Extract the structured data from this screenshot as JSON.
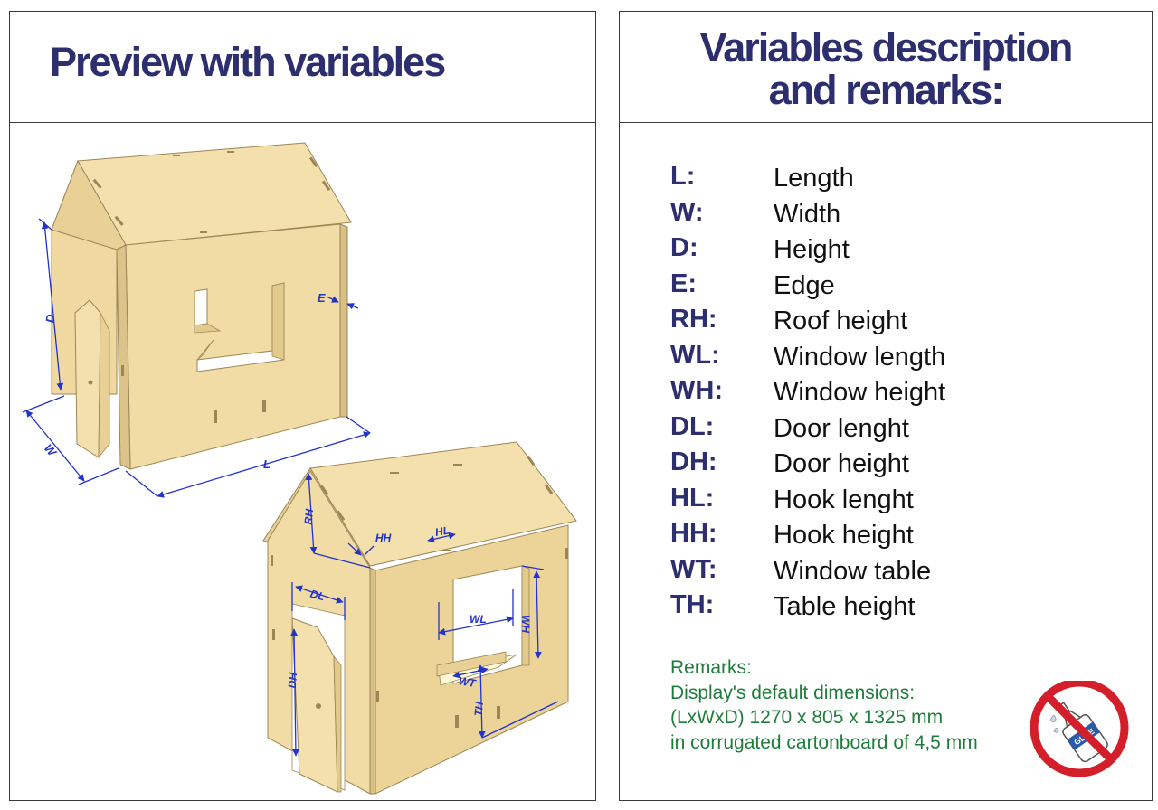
{
  "left_panel": {
    "title": "Preview with variables",
    "labels": {
      "D": "D",
      "E": "E",
      "W": "W",
      "L": "L",
      "RH": "RH",
      "HH": "HH",
      "HL": "HL",
      "DL": "DL",
      "DH": "DH",
      "WL": "WL",
      "WH": "WH",
      "WT": "WT",
      "TH": "TH"
    }
  },
  "right_panel": {
    "title_line1": "Variables description",
    "title_line2": "and remarks:",
    "variables": [
      {
        "code": "L:",
        "desc": "Length"
      },
      {
        "code": "W:",
        "desc": "Width"
      },
      {
        "code": "D:",
        "desc": "Height"
      },
      {
        "code": "E:",
        "desc": "Edge"
      },
      {
        "code": "RH:",
        "desc": "Roof height"
      },
      {
        "code": "WL:",
        "desc": "Window length"
      },
      {
        "code": "WH:",
        "desc": "Window height"
      },
      {
        "code": "DL:",
        "desc": "Door lenght"
      },
      {
        "code": "DH:",
        "desc": "Door height"
      },
      {
        "code": "HL:",
        "desc": "Hook lenght"
      },
      {
        "code": "HH:",
        "desc": "Hook height"
      },
      {
        "code": "WT:",
        "desc": "Window table"
      },
      {
        "code": "TH:",
        "desc": "Table height"
      }
    ],
    "remarks": [
      "Remarks:",
      "Display's default dimensions:",
      "(LxWxD) 1270 x 805 x 1325 mm",
      "in corrugated cartonboard of 4,5 mm"
    ],
    "glue_label": "GLUE"
  },
  "colors": {
    "title": "#2c2e6e",
    "remarks": "#1e7d3a",
    "cardboard": "#f3e0ad",
    "cardboard_dark": "#e2c98c",
    "dimension": "#2233cc",
    "no_sign": "#d41f2a"
  }
}
